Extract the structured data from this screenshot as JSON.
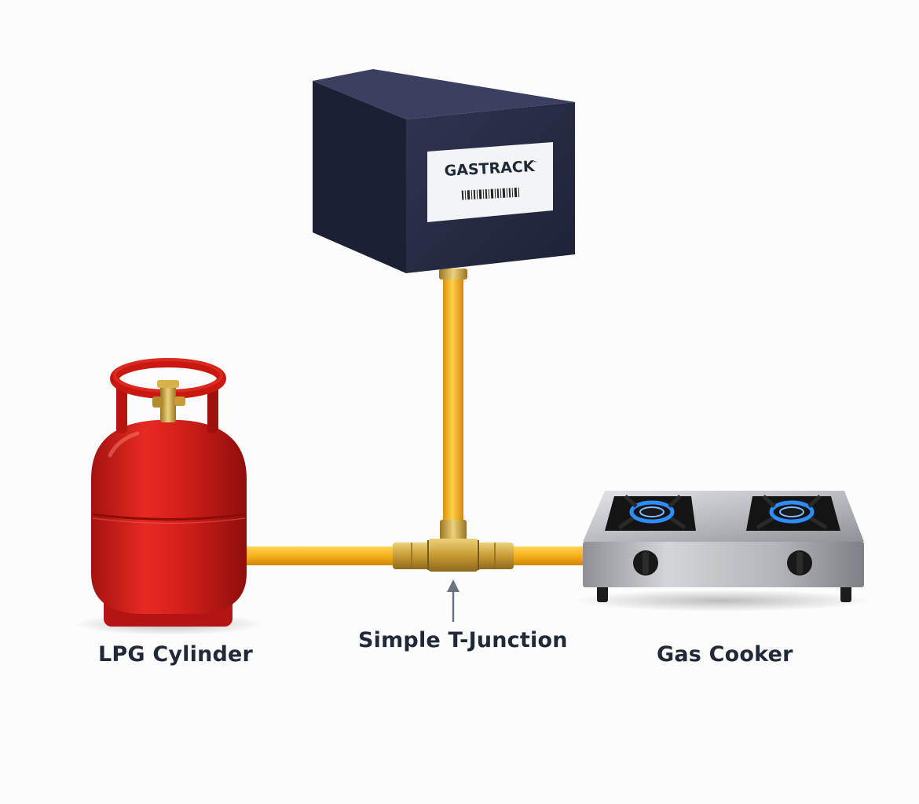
{
  "labels": {
    "cylinder": "LPG Cylinder",
    "junction": "Simple T-Junction",
    "cooker": "Gas Cooker"
  },
  "device": {
    "brand": "GASTRACK",
    "trademark": "™"
  },
  "colors": {
    "pipe": "#f5b51e",
    "cylinder": "#d8201c",
    "device": "#262c44",
    "brass": "#caa23e",
    "flame": "#2d8cff",
    "text": "#1f2937"
  }
}
